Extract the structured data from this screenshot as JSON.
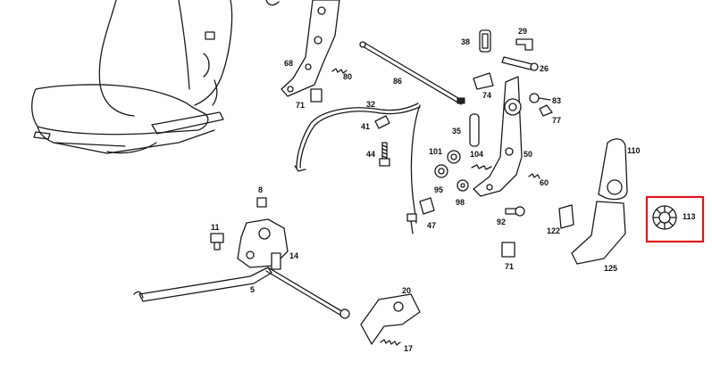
{
  "diagram": {
    "callouts": [
      {
        "id": "c5",
        "text": "5"
      },
      {
        "id": "c8",
        "text": "8"
      },
      {
        "id": "c11",
        "text": "11"
      },
      {
        "id": "c14",
        "text": "14"
      },
      {
        "id": "c17",
        "text": "17"
      },
      {
        "id": "c20",
        "text": "20"
      },
      {
        "id": "c26",
        "text": "26"
      },
      {
        "id": "c29",
        "text": "29"
      },
      {
        "id": "c32",
        "text": "32"
      },
      {
        "id": "c35",
        "text": "35"
      },
      {
        "id": "c38",
        "text": "38"
      },
      {
        "id": "c41",
        "text": "41"
      },
      {
        "id": "c44",
        "text": "44"
      },
      {
        "id": "c47",
        "text": "47"
      },
      {
        "id": "c50",
        "text": "50"
      },
      {
        "id": "c60",
        "text": "60"
      },
      {
        "id": "c68",
        "text": "68"
      },
      {
        "id": "c71a",
        "text": "71"
      },
      {
        "id": "c71b",
        "text": "71"
      },
      {
        "id": "c74",
        "text": "74"
      },
      {
        "id": "c77",
        "text": "77"
      },
      {
        "id": "c80",
        "text": "80"
      },
      {
        "id": "c83",
        "text": "83"
      },
      {
        "id": "c86",
        "text": "86"
      },
      {
        "id": "c92",
        "text": "92"
      },
      {
        "id": "c95",
        "text": "95"
      },
      {
        "id": "c98",
        "text": "98"
      },
      {
        "id": "c101",
        "text": "101"
      },
      {
        "id": "c104",
        "text": "104"
      },
      {
        "id": "c110",
        "text": "110"
      },
      {
        "id": "c113",
        "text": "113"
      },
      {
        "id": "c122",
        "text": "122"
      },
      {
        "id": "c125",
        "text": "125"
      }
    ],
    "highlighted_part": "113",
    "highlight_color": "#e0141e"
  }
}
